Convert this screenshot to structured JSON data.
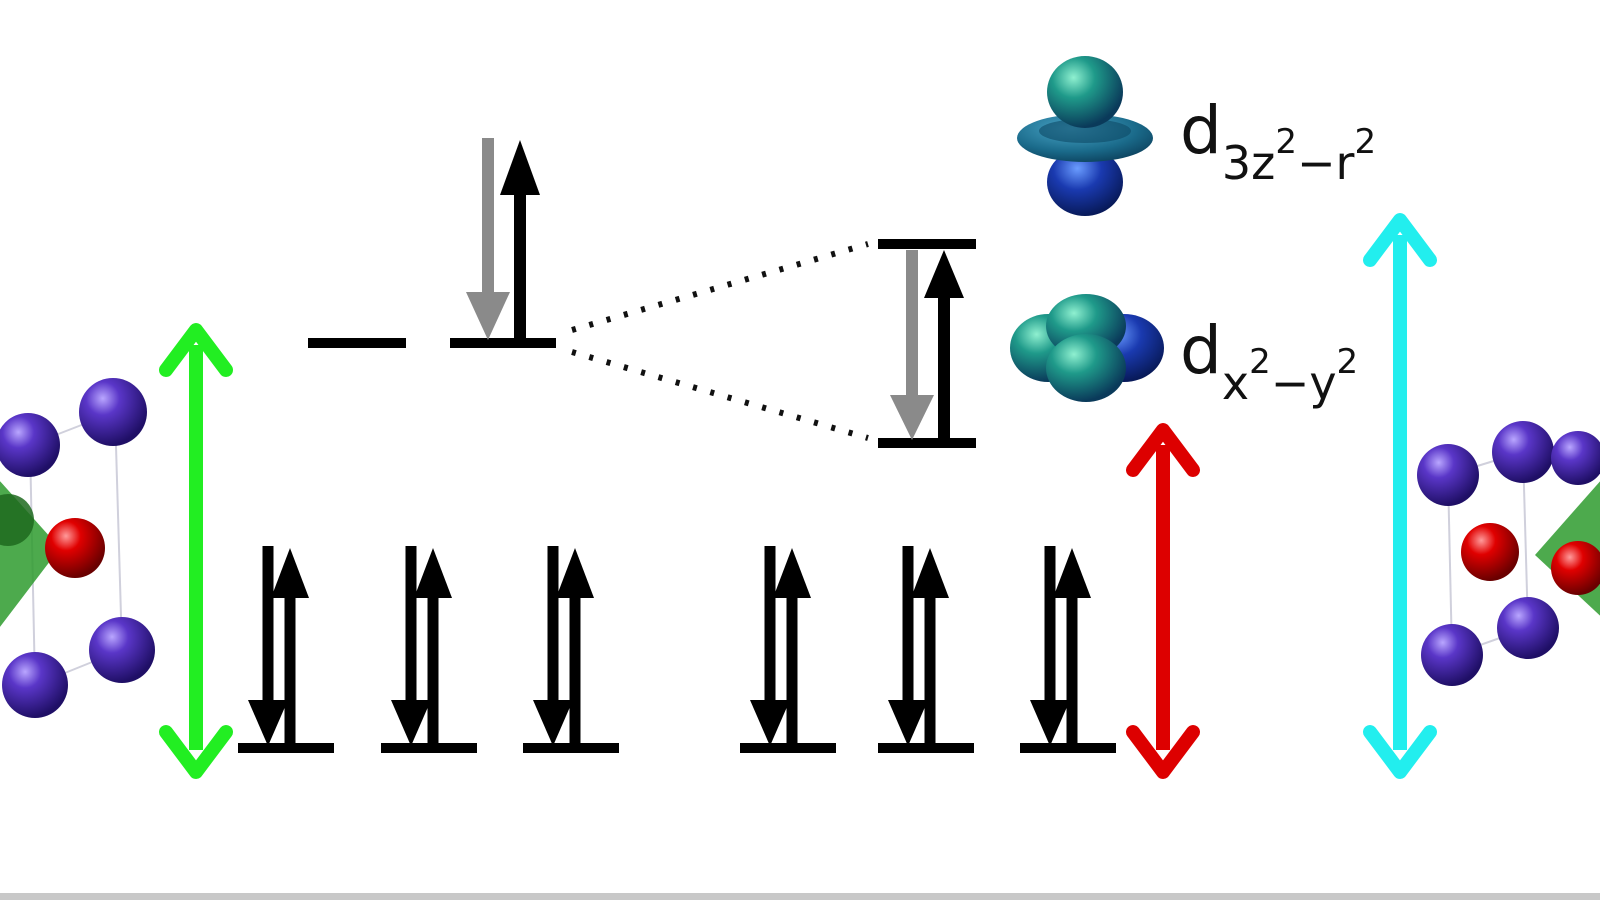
{
  "labels": {
    "d3z2": {
      "letter": "d",
      "p1": "3z",
      "s1": "2",
      "p2": "−r",
      "s2": "2"
    },
    "dx2y2": {
      "letter": "d",
      "p1": "x",
      "s1": "2",
      "p2": "−y",
      "s2": "2"
    }
  },
  "colors": {
    "green_arrow": "#22ee22",
    "red_arrow": "#dd0000",
    "cyan_arrow": "#22eeee",
    "spin_up": "#000000",
    "spin_down_grey": "#8a8a8a",
    "atom_purple": "#4a2aa6",
    "atom_red": "#e00000",
    "octahedron_green": "#2e9b2e",
    "orbital_teal": "#1a7a8a"
  },
  "icons": [
    "cluster-left-icon",
    "cluster-right-icon",
    "d3z2-orbital-icon",
    "dx2y2-orbital-icon"
  ]
}
